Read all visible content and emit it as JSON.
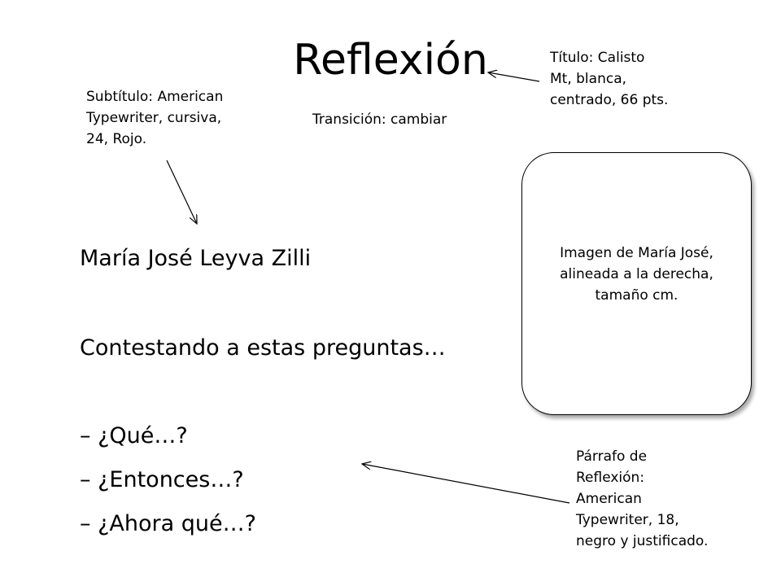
{
  "slide": {
    "title": "Reflexión",
    "notes": {
      "title_note": [
        "Título: Calisto",
        "Mt, blanca,",
        "centrado, 66 pts."
      ],
      "subtitle_note": [
        "Subtítulo: American",
        "Typewriter, cursiva,",
        "24, Rojo."
      ],
      "transition_note": "Transición: cambiar",
      "paragraph_note": [
        "Párrafo de",
        "Reflexión:",
        "American",
        "Typewriter, 18,",
        "negro y justificado."
      ]
    },
    "body": {
      "name": "María José Leyva Zilli",
      "lead": "Contestando a estas preguntas…",
      "questions": [
        "– ¿Qué…?",
        "– ¿Entonces…?",
        "– ¿Ahora qué…?"
      ]
    },
    "image_placeholder": [
      "Imagen de María José,",
      "alineada a la derecha,",
      "tamaño cm."
    ]
  }
}
